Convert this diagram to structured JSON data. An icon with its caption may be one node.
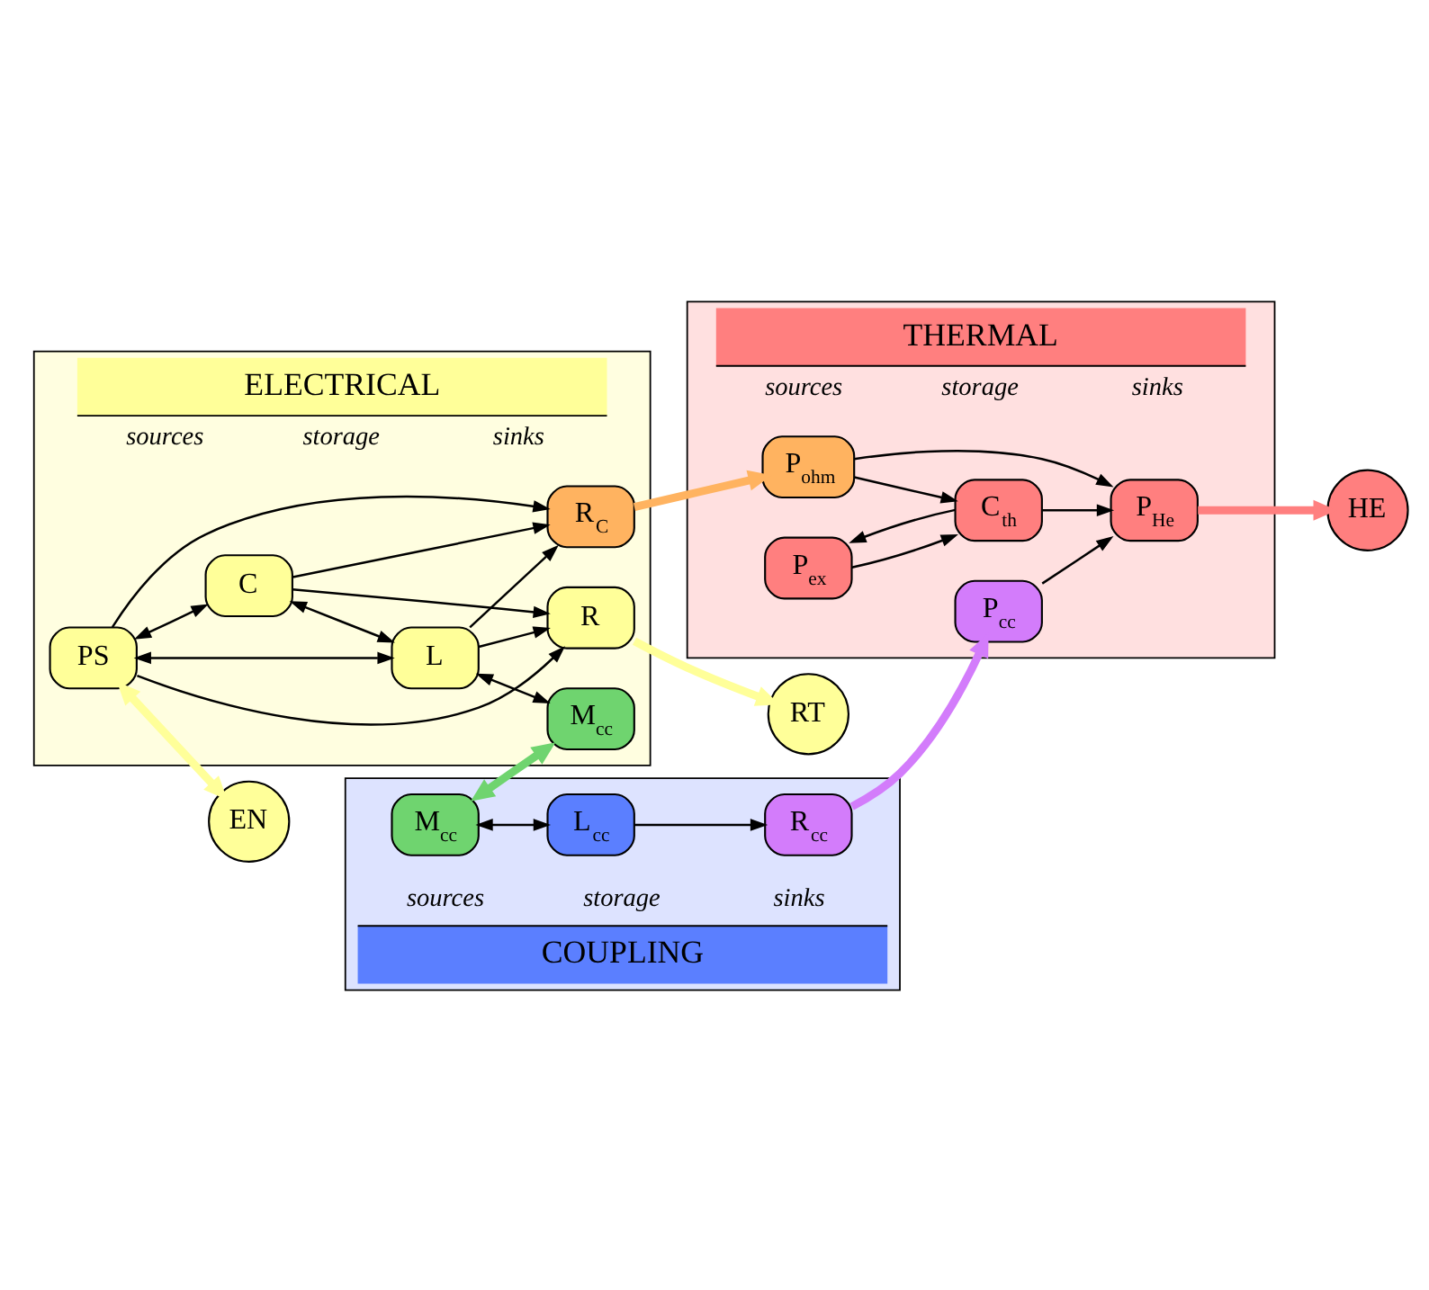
{
  "diagram": {
    "nodes": [
      {
        "text": [
          "ELECTRICAL",
          "sources",
          "storage",
          "sinks"
        ]
      },
      {
        "text": [
          "PS"
        ],
        "in": 0
      },
      {
        "text": [
          "C"
        ],
        "in": 0
      },
      {
        "text": [
          "L"
        ],
        "in": 0
      },
      {
        "text": [
          "R$_{C}$"
        ],
        "in": 0
      },
      {
        "text": [
          "M$_{cc}$"
        ],
        "in": 0
      },
      {
        "text": [
          "R"
        ],
        "in": 0
      },
      {
        "text": [
          "THERMAL",
          "sources",
          "storage",
          "sinks"
        ]
      },
      {
        "text": [
          "P$_{ohm}$"
        ],
        "in": 7
      },
      {
        "text": [
          "P$_{ex}$"
        ],
        "in": 7
      },
      {
        "text": [
          "C$_{th}$"
        ],
        "in": 7
      },
      {
        "text": [
          "P$_{cc}$"
        ],
        "in": 7
      },
      {
        "text": [
          "P$_{He}$"
        ],
        "in": 7
      },
      {
        "text": [
          "COUPLING",
          "sources",
          "storage",
          "sinks"
        ]
      },
      {
        "text": [
          "M$_{cc}$"
        ],
        "in": 13
      },
      {
        "text": [
          "L$_{cc}$"
        ],
        "in": 13
      },
      {
        "text": [
          "R$_{cc}$"
        ],
        "in": 13
      },
      {
        "text": [
          "EN"
        ]
      },
      {
        "text": [
          "RT"
        ]
      },
      {
        "text": [
          "HE"
        ]
      }
    ],
    "edges": [
      {
        "from": 1,
        "to": 2,
        "arrow": "both"
      },
      {
        "from": 1,
        "to": 4,
        "arrow": "to"
      },
      {
        "from": 1,
        "to": 3,
        "arrow": "both"
      },
      {
        "from": 1,
        "to": 6,
        "arrow": "to"
      },
      {
        "from": 2,
        "to": 3,
        "arrow": "both"
      },
      {
        "from": 2,
        "to": 4,
        "arrow": "to"
      },
      {
        "from": 2,
        "to": 6,
        "arrow": "to"
      },
      {
        "from": 3,
        "to": 4,
        "arrow": "to"
      },
      {
        "from": 3,
        "to": 5,
        "arrow": "both"
      },
      {
        "from": 3,
        "to": 6,
        "arrow": "to"
      },
      {
        "from": 4,
        "to": 8,
        "arrow": "to",
        "style": "thick",
        "color": "#ffb360"
      },
      {
        "from": 8,
        "to": 10,
        "arrow": "to"
      },
      {
        "from": 8,
        "to": 12,
        "arrow": "to"
      },
      {
        "from": 10,
        "to": 9,
        "arrow": "to"
      },
      {
        "from": 9,
        "to": 10,
        "arrow": "to"
      },
      {
        "from": 10,
        "to": 12,
        "arrow": "to"
      },
      {
        "from": 11,
        "to": 12,
        "arrow": "to"
      },
      {
        "from": 14,
        "to": 5,
        "arrow": "both",
        "style": "thick",
        "color": "#6fd46f"
      },
      {
        "from": 16,
        "to": 11,
        "arrow": "to",
        "style": "thick",
        "color": "#d37cfb"
      },
      {
        "from": 14,
        "to": 15,
        "arrow": "both"
      },
      {
        "from": 15,
        "to": 16,
        "arrow": "to"
      },
      {
        "from": 1,
        "to": 17,
        "arrow": "both",
        "style": "thick",
        "color": "#ffff99"
      },
      {
        "from": 6,
        "to": 18,
        "arrow": "to",
        "style": "thick",
        "color": "#ffff99"
      },
      {
        "from": 12,
        "to": 19,
        "arrow": "to",
        "style": "thick",
        "color": "#ff7f7f"
      }
    ]
  }
}
